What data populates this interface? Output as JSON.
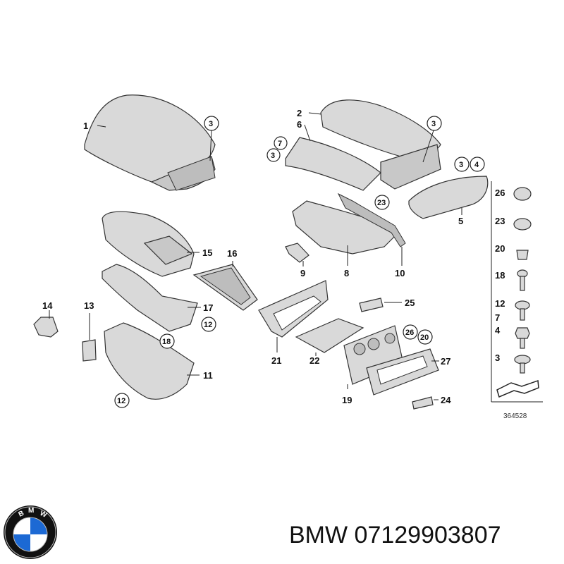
{
  "callouts": {
    "p1": "1",
    "p2": "2",
    "p3a": "3",
    "p3b": "3",
    "p3c": "3",
    "p3d": "3",
    "p4": "4",
    "p5": "5",
    "p6": "6",
    "p7": "7",
    "p8": "8",
    "p9": "9",
    "p10": "10",
    "p11": "11",
    "p12a": "12",
    "p12b": "12",
    "p13": "13",
    "p14": "14",
    "p15": "15",
    "p16": "16",
    "p17": "17",
    "p18": "18",
    "p19": "19",
    "p20": "20",
    "p21": "21",
    "p22": "22",
    "p23": "23",
    "p24": "24",
    "p25": "25",
    "p26": "26",
    "p27": "27"
  },
  "legend": {
    "items": [
      "26",
      "23",
      "20",
      "18",
      "12",
      "7",
      "4",
      "3"
    ]
  },
  "ref_number": "364528",
  "brand_line": "BMW 07129903807",
  "logo": {
    "text": "BMW",
    "colors": {
      "blue": "#1c69d4",
      "white": "#ffffff",
      "black": "#111111"
    }
  }
}
